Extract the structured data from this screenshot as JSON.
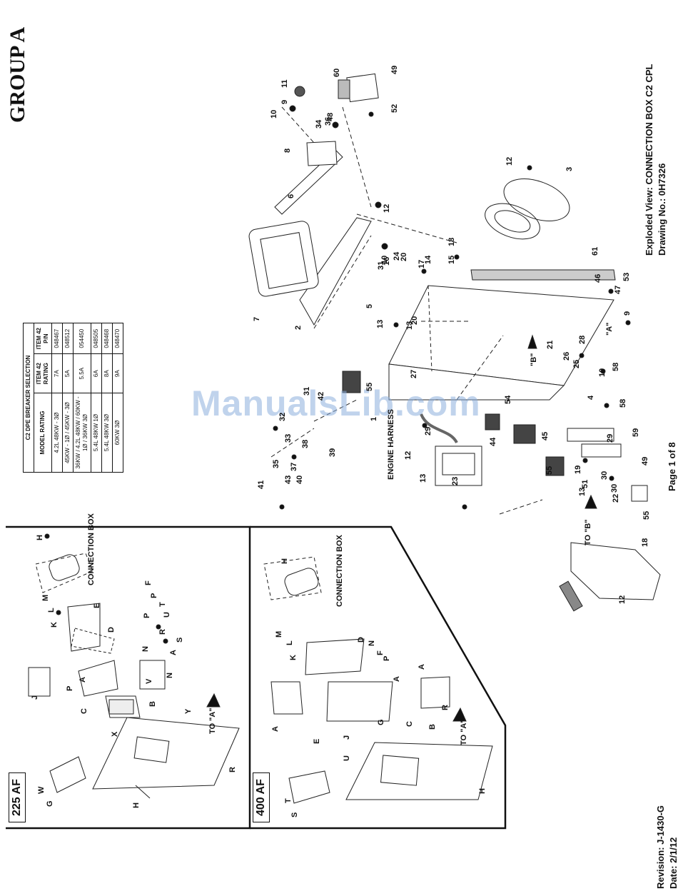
{
  "group_title": "GROUP A",
  "exploded_view_title": "Exploded View: CONNECTION BOX C2 CPL",
  "drawing_no": "Drawing No.: 0H7326",
  "revision": "Revision: J-1430-G",
  "date": "Date: 2/1/12",
  "page": "Page 1 of 8",
  "watermark": "ManualsLib.com",
  "breaker_table": {
    "title": "C2 DPE BREAKER SELECTION",
    "headers": [
      "MODEL RATING",
      "ITEM 42 RATING",
      "ITEM 42 P/N"
    ],
    "rows": [
      [
        "4.2L 48KW - 3Ø",
        "7A",
        "048467"
      ],
      [
        "45KW - 1Ø / 45KW - 3Ø",
        "5A",
        "048512"
      ],
      [
        "36KW / 4.2L 48KW / 60KW - 1Ø / 36KW 3Ø",
        "5.5A",
        "054450"
      ],
      [
        "5.4L 48KW 1Ø",
        "6A",
        "048505"
      ],
      [
        "5.4L 48KW 3Ø",
        "8A",
        "048468"
      ],
      [
        "60KW 3Ø",
        "9A",
        "048470"
      ]
    ]
  },
  "inset_225": {
    "label": "225 AF",
    "connection_box": "CONNECTION BOX",
    "to_a": "TO \"A\"",
    "letters": [
      "H",
      "M",
      "L",
      "K",
      "E",
      "D",
      "F",
      "P",
      "T",
      "U",
      "R",
      "S",
      "A",
      "V",
      "N",
      "P",
      "A",
      "J",
      "C",
      "B",
      "Y",
      "X",
      "W",
      "G",
      "H",
      "R",
      "P",
      "N"
    ]
  },
  "inset_400": {
    "label": "400 AF",
    "connection_box": "CONNECTION BOX",
    "to_a": "TO \"A\"",
    "letters": [
      "H",
      "M",
      "L",
      "K",
      "D",
      "N",
      "F",
      "P",
      "A",
      "A",
      "A",
      "E",
      "J",
      "G",
      "C",
      "R",
      "B",
      "U",
      "T",
      "S",
      "H"
    ]
  },
  "main": {
    "engine_harness": "ENGINE HARNESS",
    "to_b": "TO \"B\"",
    "callout_a": "\"A\"",
    "callout_b": "\"B\"",
    "numbers": [
      "1",
      "2",
      "3",
      "4",
      "5",
      "6",
      "7",
      "8",
      "9",
      "9",
      "10",
      "10",
      "10",
      "11",
      "12",
      "12",
      "12",
      "12",
      "13",
      "13",
      "13",
      "13",
      "14",
      "15",
      "16",
      "17",
      "18",
      "18",
      "19",
      "20",
      "20",
      "21",
      "22",
      "23",
      "24",
      "25",
      "26",
      "27",
      "28",
      "29",
      "29",
      "30",
      "30",
      "31",
      "31",
      "32",
      "33",
      "34",
      "35",
      "36",
      "37",
      "38",
      "39",
      "40",
      "41",
      "42",
      "43",
      "44",
      "45",
      "46",
      "47",
      "48",
      "49",
      "49",
      "51",
      "52",
      "53",
      "54",
      "55",
      "55",
      "55",
      "58",
      "58",
      "59",
      "60",
      "61"
    ]
  }
}
